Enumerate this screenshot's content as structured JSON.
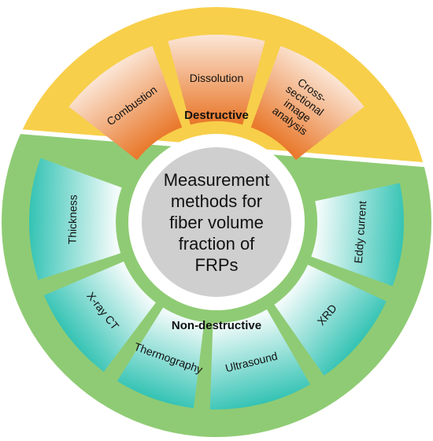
{
  "center": {
    "lines": [
      "Measurement",
      "methods for",
      "fiber volume",
      "fraction of",
      "FRPs"
    ]
  },
  "destructive": {
    "label": "Destructive",
    "ring_color": "#f7cf4a",
    "items": [
      {
        "lines": [
          "Combustion"
        ]
      },
      {
        "lines": [
          "Dissolution"
        ]
      },
      {
        "lines": [
          "Cross-",
          "sectional",
          "image",
          "analysis"
        ]
      }
    ]
  },
  "non_destructive": {
    "label": "Non-destructive",
    "ring_color": "#8fcb74",
    "items": [
      {
        "lines": [
          "Thickness"
        ]
      },
      {
        "lines": [
          "X-ray CT"
        ]
      },
      {
        "lines": [
          "Thermography"
        ]
      },
      {
        "lines": [
          "Ultrasound"
        ]
      },
      {
        "lines": [
          "XRD"
        ]
      },
      {
        "lines": [
          "Eddy current"
        ]
      }
    ]
  },
  "colors": {
    "destructive_box_light": "#fbe6d6",
    "destructive_box_dark": "#e97a2e",
    "non_destructive_box_light": "#f2fbfa",
    "non_destructive_box_dark": "#34c3b4",
    "center_fill": "#cfcfcf"
  }
}
